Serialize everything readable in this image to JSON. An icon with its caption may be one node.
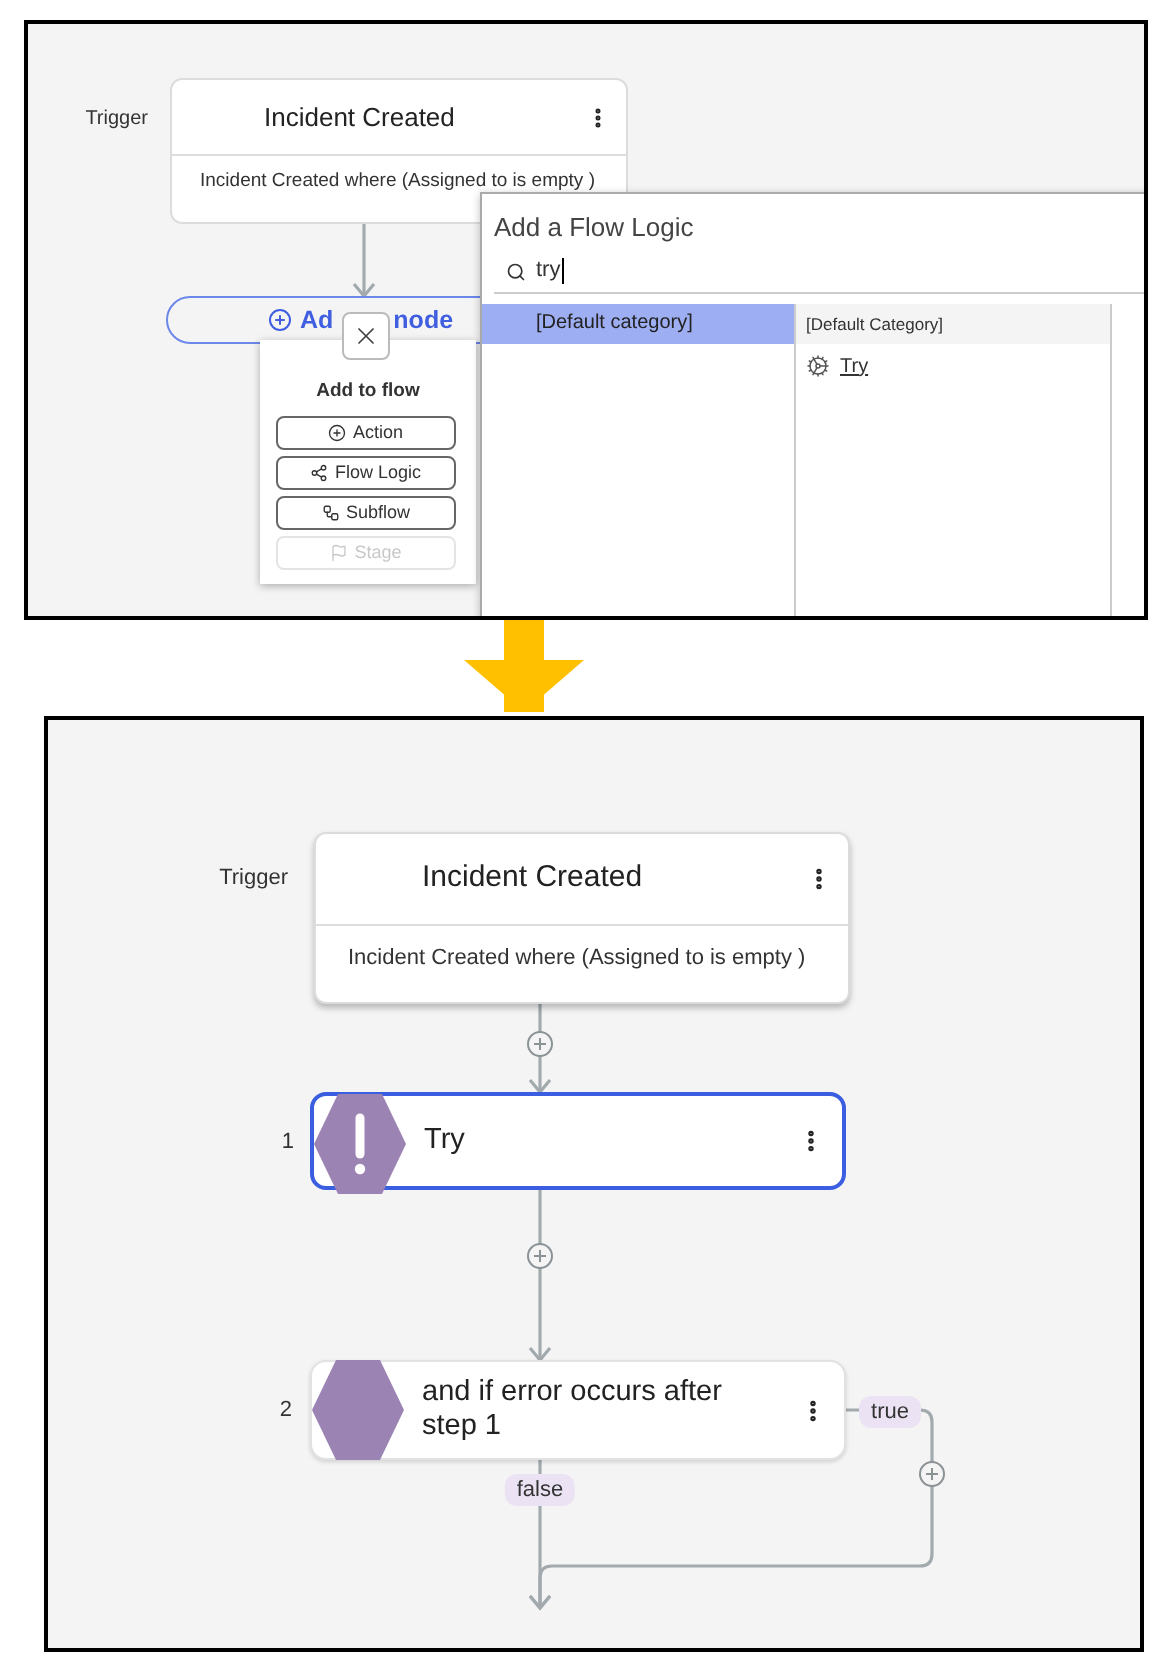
{
  "diagram": {
    "nodes": [
      {
        "text": [],
        "shape": "box"
      },
      {
        "text": [],
        "shape": "box"
      },
      {
        "text": [
          "Incident Created",
          "Incident Created where (Assigned to is empty )"
        ],
        "beside": [
          "Trigger"
        ],
        "in": 0
      },
      {
        "text": [
          "Ad",
          "node"
        ],
        "in": 0
      },
      {
        "text": [
          "Add to flow"
        ],
        "in": 0
      },
      {
        "text": [
          "Action"
        ],
        "in": 4
      },
      {
        "text": [
          "Flow Logic"
        ],
        "in": 4
      },
      {
        "text": [
          "Subflow"
        ],
        "in": 4
      },
      {
        "text": [
          "Stage"
        ],
        "in": 4
      },
      {
        "text": [
          "Add a Flow Logic"
        ],
        "in": 0
      },
      {
        "text": [
          "Incident Created",
          "Incident Created where (Assigned to is empty )"
        ],
        "beside": [
          "Trigger"
        ],
        "in": 1
      },
      {
        "text": [
          "Try"
        ],
        "beside": [
          "1"
        ],
        "in": 1
      },
      {
        "text": [
          "and if error occurs after step 1"
        ],
        "beside": [
          "2"
        ],
        "in": 1
      }
    ],
    "edges": [
      {
        "from": 0,
        "to": 1,
        "arrow": "to",
        "style": "thick",
        "color": "#ffc000"
      },
      {
        "from": 2,
        "to": 3,
        "arrow": "to"
      },
      {
        "from": 10,
        "to": 11,
        "arrow": "to"
      },
      {
        "from": 11,
        "to": 12,
        "arrow": "to"
      },
      {
        "from": 12,
        "to": null,
        "arrow": "to",
        "label": "false"
      },
      {
        "from": 12,
        "to": null,
        "arrow": "to",
        "label": "true"
      }
    ],
    "labels": [
      "try",
      "[Default category]",
      "[Default Category]",
      "Try"
    ]
  }
}
